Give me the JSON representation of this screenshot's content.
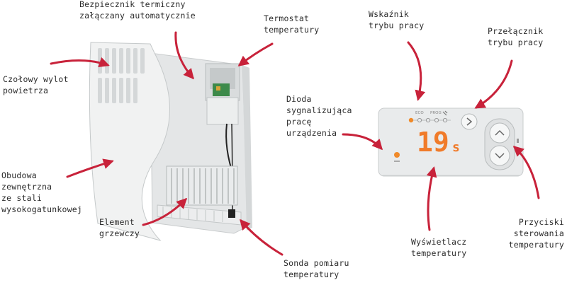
{
  "colors": {
    "arrow": "#c8223a",
    "led_orange": "#f08a2a",
    "display_digits": "#f07b2a",
    "panel_body": "#e9ebec",
    "heater_body": "#f1f2f2"
  },
  "labels": {
    "front_outlet": [
      "Czołowy wylot",
      "powietrza"
    ],
    "thermal_fuse": [
      "Bezpiecznik termiczny",
      "załączany automatycznie"
    ],
    "thermostat": [
      "Termostat",
      "temperatury"
    ],
    "mode_indicator": [
      "Wskaźnik",
      "trybu pracy"
    ],
    "mode_switch": [
      "Przełącznik",
      "trybu pracy"
    ],
    "status_led": [
      "Dioda",
      "sygnalizująca",
      "pracę",
      "urządzenia"
    ],
    "housing": [
      "Obudowa",
      "zewnętrzna",
      "ze stali",
      "wysokogatunkowej"
    ],
    "heating_element": [
      "Element",
      "grzewczy"
    ],
    "temp_probe": [
      "Sonda pomiaru",
      "temperatury"
    ],
    "display": [
      "Wyświetlacz",
      "temperatury"
    ],
    "temp_buttons": [
      "Przyciski",
      "sterowania",
      "temperatury"
    ]
  },
  "panel": {
    "mode_labels": [
      "ECO",
      "PROG"
    ],
    "display_value": "19",
    "display_unit": "s"
  }
}
